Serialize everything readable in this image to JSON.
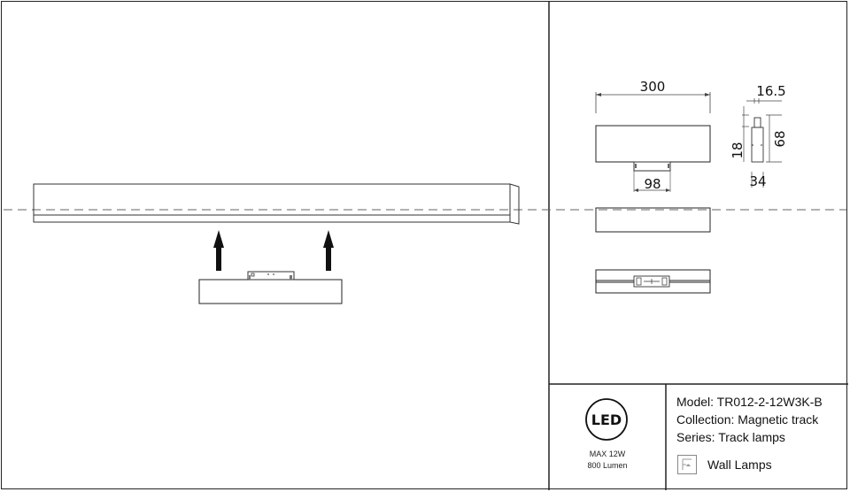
{
  "drawing": {
    "top_view": {
      "dimensions": {
        "width_label": "300",
        "connector_label": "98"
      }
    },
    "side_view": {
      "dimensions": {
        "top_label": "16.5",
        "height_label": "68",
        "left_label": "18",
        "width_label": "34"
      }
    },
    "install_arrows": 2
  },
  "info_panel": {
    "led_badge": {
      "label": "LED",
      "max_power": "MAX 12W",
      "luminous_flux": "800 Lumen"
    },
    "model": "Model: TR012-2-12W3K-B",
    "collection": "Collection: Magnetic track",
    "series": "Series: Track lamps",
    "category": {
      "icon": "wall-lamp-icon",
      "label": "Wall Lamps"
    }
  },
  "colors": {
    "line": "#222222",
    "dash": "#555555",
    "background": "#ffffff"
  }
}
